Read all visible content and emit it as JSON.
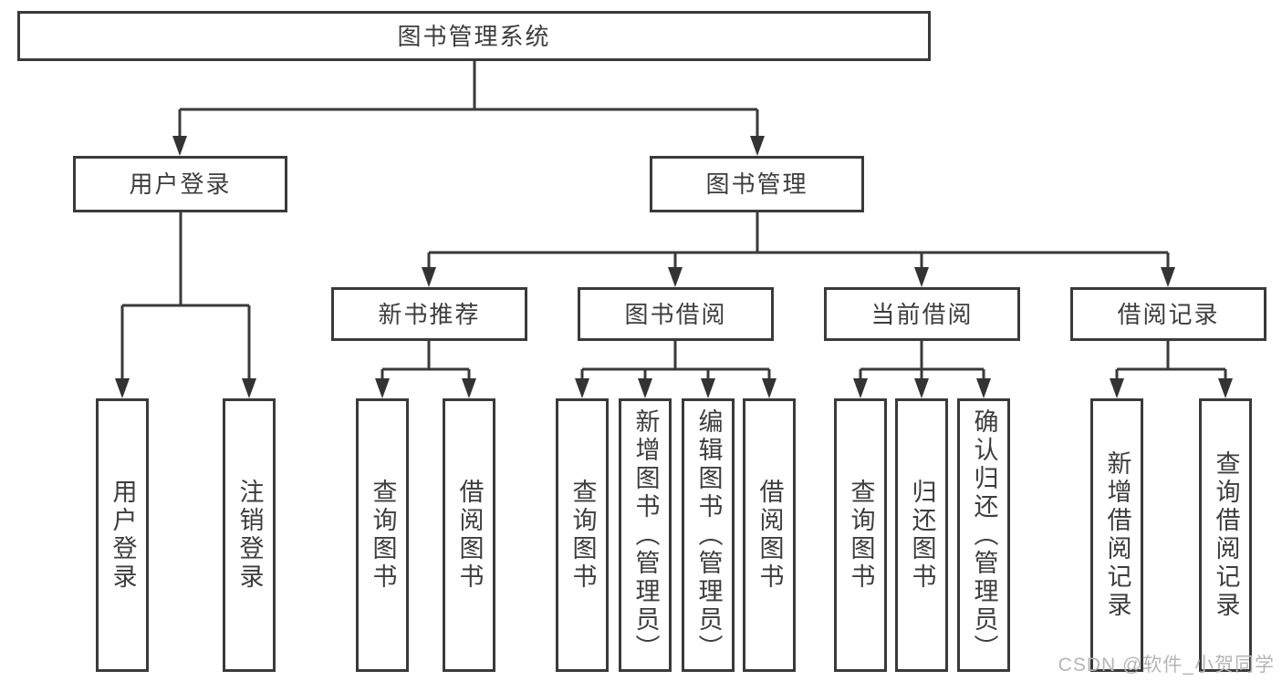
{
  "diagram": {
    "root": {
      "label": "图书管理系统"
    },
    "level2": [
      {
        "label": "用户登录"
      },
      {
        "label": "图书管理"
      }
    ],
    "level3": [
      {
        "label": "新书推荐"
      },
      {
        "label": "图书借阅"
      },
      {
        "label": "当前借阅"
      },
      {
        "label": "借阅记录"
      }
    ],
    "leaves": [
      {
        "label": "用户登录"
      },
      {
        "label": "注销登录"
      },
      {
        "label": "查询图书"
      },
      {
        "label": "借阅图书"
      },
      {
        "label": "查询图书"
      },
      {
        "label": "新增图书（管理员）"
      },
      {
        "label": "编辑图书（管理员）"
      },
      {
        "label": "借阅图书"
      },
      {
        "label": "查询图书"
      },
      {
        "label": "归还图书"
      },
      {
        "label": "确认归还（管理员）"
      },
      {
        "label": "新增借阅记录"
      },
      {
        "label": "查询借阅记录"
      }
    ],
    "colors": {
      "line": "#3a3a3a",
      "text": "#3d3d3d",
      "watermark": "#b5b5b5"
    }
  },
  "watermark": {
    "text": "CSDN @软件_小贺同学"
  }
}
